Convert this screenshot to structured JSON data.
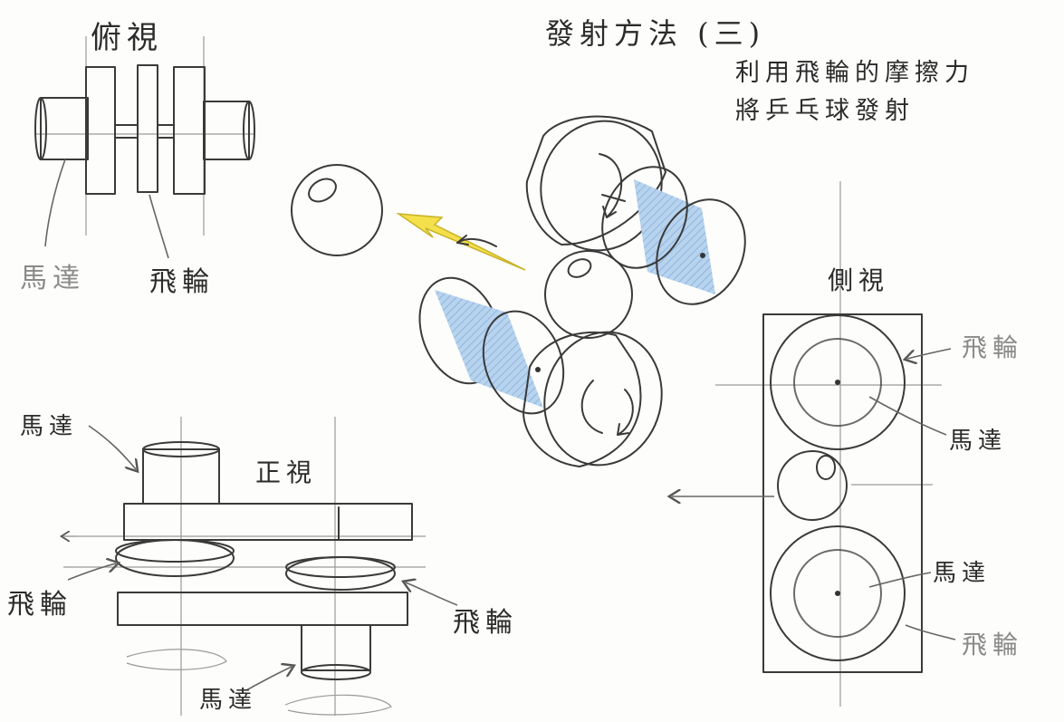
{
  "title": "發射方法 (三)",
  "description_lines": [
    "利用飛輪的摩擦力",
    "將乒乓球發射"
  ],
  "views": {
    "top": {
      "title": "俯視",
      "labels": {
        "motor": "馬達",
        "flywheel": "飛輪"
      }
    },
    "front": {
      "title": "正視",
      "labels": {
        "motor_top": "馬達",
        "flywheel_left": "飛輪",
        "flywheel_right": "飛輪",
        "motor_bottom": "馬達"
      }
    },
    "side": {
      "title": "側視",
      "labels": {
        "flywheel_top": "飛輪",
        "motor_top": "馬達",
        "motor_bottom": "馬達",
        "flywheel_bottom": "飛輪"
      }
    }
  },
  "colors": {
    "motor_fill": "#a9c9e8",
    "flywheel_fill": "#f2c9a3",
    "ball_fill": "#f6ea9c",
    "arrow_fill": "#f3e04a",
    "line": "#3a3a3a"
  }
}
